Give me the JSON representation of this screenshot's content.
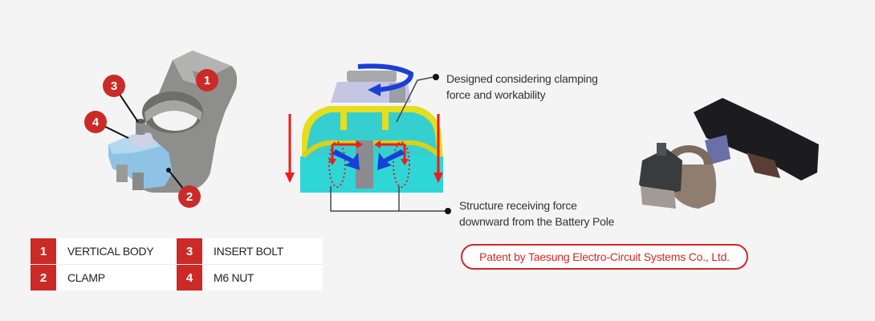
{
  "legend": {
    "items": [
      {
        "num": "1",
        "label": "VERTICAL BODY"
      },
      {
        "num": "3",
        "label": "INSERT BOLT"
      },
      {
        "num": "2",
        "label": "CLAMP"
      },
      {
        "num": "4",
        "label": "M6 NUT"
      }
    ]
  },
  "markers": [
    "1",
    "2",
    "3",
    "4"
  ],
  "callouts": {
    "top_line1": "Designed considering clamping",
    "top_line2": "force and workability",
    "bottom_line1": "Structure receiving force",
    "bottom_line2": "downward from the Battery Pole"
  },
  "patent": "Patent by Taesung Electro-Circuit Systems Co., Ltd.",
  "colors": {
    "accent_red": "#cc2a27",
    "background": "#f4f4f4",
    "clamp_blue": "#8fc3e6",
    "section_cyan": "#2fd0d0",
    "section_yellow": "#e8e020",
    "arrow_blue": "#1a3fd6"
  }
}
